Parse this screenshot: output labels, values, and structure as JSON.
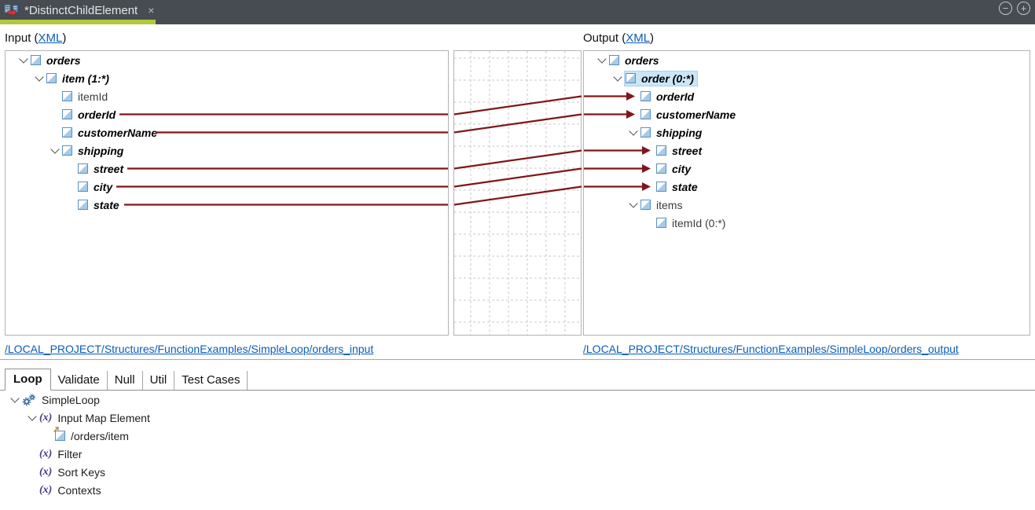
{
  "window": {
    "tab_title": "*DistinctChildElement",
    "close_icon": "×",
    "zoom_out_icon": "−",
    "zoom_in_icon": "+"
  },
  "header": {
    "input_prefix": "Input (",
    "output_prefix": "Output (",
    "xml_label": "XML",
    "paren_close": ")"
  },
  "input_tree": {
    "nodes": [
      {
        "label": "orders",
        "depth": 0,
        "expanded": true,
        "bold": true
      },
      {
        "label": "item (1:*)",
        "depth": 1,
        "expanded": true,
        "bold": true
      },
      {
        "label": "itemId",
        "depth": 2,
        "bold": false
      },
      {
        "label": "orderId",
        "depth": 2,
        "bold": true,
        "mapped": true
      },
      {
        "label": "customerName",
        "depth": 2,
        "bold": true,
        "mapped": true
      },
      {
        "label": "shipping",
        "depth": 2,
        "expanded": true,
        "bold": true
      },
      {
        "label": "street",
        "depth": 3,
        "bold": true,
        "mapped": true
      },
      {
        "label": "city",
        "depth": 3,
        "bold": true,
        "mapped": true
      },
      {
        "label": "state",
        "depth": 3,
        "bold": true,
        "mapped": true
      }
    ]
  },
  "output_tree": {
    "nodes": [
      {
        "label": "orders",
        "depth": 0,
        "expanded": true,
        "bold": true
      },
      {
        "label": "order (0:*)",
        "depth": 1,
        "expanded": true,
        "bold": true,
        "selected": true
      },
      {
        "label": "orderId",
        "depth": 2,
        "bold": true,
        "mapped": true
      },
      {
        "label": "customerName",
        "depth": 2,
        "bold": true,
        "mapped": true
      },
      {
        "label": "shipping",
        "depth": 2,
        "expanded": true,
        "bold": true
      },
      {
        "label": "street",
        "depth": 3,
        "bold": true,
        "mapped": true
      },
      {
        "label": "city",
        "depth": 3,
        "bold": true,
        "mapped": true
      },
      {
        "label": "state",
        "depth": 3,
        "bold": true,
        "mapped": true
      },
      {
        "label": "items",
        "depth": 2,
        "expanded": true,
        "bold": false
      },
      {
        "label": "itemId (0:*)",
        "depth": 3,
        "bold": false
      }
    ]
  },
  "mappings": [
    {
      "source": "orderId",
      "target": "orderId"
    },
    {
      "source": "customerName",
      "target": "customerName"
    },
    {
      "source": "street",
      "target": "street"
    },
    {
      "source": "city",
      "target": "city"
    },
    {
      "source": "state",
      "target": "state"
    }
  ],
  "links": {
    "input_path": "/LOCAL_PROJECT/Structures/FunctionExamples/SimpleLoop/orders_input",
    "output_path": "/LOCAL_PROJECT/Structures/FunctionExamples/SimpleLoop/orders_output"
  },
  "bottom_tabs": [
    "Loop",
    "Validate",
    "Null",
    "Util",
    "Test Cases"
  ],
  "function_tree": {
    "items": [
      {
        "label": "SimpleLoop",
        "icon": "gears-icon",
        "depth": 0,
        "expanded": true
      },
      {
        "label": "Input Map Element",
        "icon": "function-icon",
        "depth": 1,
        "expanded": true
      },
      {
        "label": "/orders/item",
        "icon": "element-ref-icon",
        "depth": 2
      },
      {
        "label": "Filter",
        "icon": "function-icon",
        "depth": 1
      },
      {
        "label": "Sort Keys",
        "icon": "function-icon",
        "depth": 1
      },
      {
        "label": "Contexts",
        "icon": "function-icon",
        "depth": 1
      }
    ],
    "fx_glyph": "(x)"
  },
  "colors": {
    "topbar_bg": "#464c51",
    "active_tab_accent": "#b2c73a",
    "mapping_line": "#801619",
    "link_blue": "#0b5cb8",
    "selection_bg": "#cae6f7",
    "element_icon_blue": "#5b8fc3"
  }
}
